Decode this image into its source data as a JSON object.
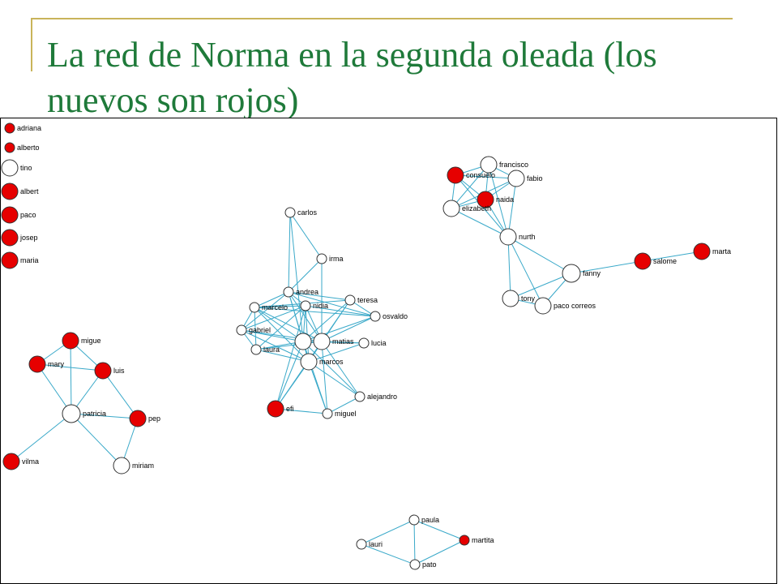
{
  "title": "La red de Norma en la segunda oleada (los nuevos son rojos)",
  "colors": {
    "title": "#1f7a3a",
    "frame": "#c9b45a",
    "edge": "#3aa9c9",
    "new_node": "#e60000",
    "old_node": "#ffffff",
    "node_stroke": "#333333"
  },
  "nodes": [
    {
      "id": "adriana",
      "label": "adriana",
      "new": true
    },
    {
      "id": "alberto",
      "label": "alberto",
      "new": true
    },
    {
      "id": "tino",
      "label": "tino",
      "new": false
    },
    {
      "id": "albert",
      "label": "albert",
      "new": true
    },
    {
      "id": "paco",
      "label": "paco",
      "new": true
    },
    {
      "id": "josep",
      "label": "josep",
      "new": true
    },
    {
      "id": "maria",
      "label": "maria",
      "new": true
    },
    {
      "id": "migue",
      "label": "migue",
      "new": true
    },
    {
      "id": "mary",
      "label": "mary",
      "new": true
    },
    {
      "id": "luis",
      "label": "luis",
      "new": true
    },
    {
      "id": "patricia",
      "label": "patricia",
      "new": false
    },
    {
      "id": "pep",
      "label": "pep",
      "new": true
    },
    {
      "id": "vilma",
      "label": "vilma",
      "new": true
    },
    {
      "id": "miriam",
      "label": "miriam",
      "new": false
    },
    {
      "id": "carlos",
      "label": "carlos",
      "new": false
    },
    {
      "id": "irma",
      "label": "irma",
      "new": false
    },
    {
      "id": "andrea",
      "label": "andrea",
      "new": false
    },
    {
      "id": "teresa",
      "label": "teresa",
      "new": false
    },
    {
      "id": "marcelo",
      "label": "marcelo",
      "new": false
    },
    {
      "id": "nidia",
      "label": "nidia",
      "new": false
    },
    {
      "id": "osvaldo",
      "label": "osvaldo",
      "new": false
    },
    {
      "id": "gabriel",
      "label": "gabriel",
      "new": false
    },
    {
      "id": "center1",
      "label": "",
      "new": false
    },
    {
      "id": "matias",
      "label": "matias",
      "new": false
    },
    {
      "id": "lucia",
      "label": "lucia",
      "new": false
    },
    {
      "id": "laura",
      "label": "laura",
      "new": false
    },
    {
      "id": "marcos",
      "label": "marcos",
      "new": false
    },
    {
      "id": "alejandro",
      "label": "alejandro",
      "new": false
    },
    {
      "id": "efi",
      "label": "efi",
      "new": true
    },
    {
      "id": "miguel",
      "label": "miguel",
      "new": false
    },
    {
      "id": "francisco",
      "label": "francisco",
      "new": false
    },
    {
      "id": "consuelo",
      "label": "consuelo",
      "new": true
    },
    {
      "id": "fabio",
      "label": "fabio",
      "new": false
    },
    {
      "id": "naida",
      "label": "naida",
      "new": true
    },
    {
      "id": "elizabeth",
      "label": "elizabeth",
      "new": false
    },
    {
      "id": "nurth",
      "label": "nurth",
      "new": false
    },
    {
      "id": "fanny",
      "label": "fanny",
      "new": false
    },
    {
      "id": "salome",
      "label": "salome",
      "new": true
    },
    {
      "id": "marta",
      "label": "marta",
      "new": true
    },
    {
      "id": "tony",
      "label": "tony",
      "new": false
    },
    {
      "id": "paco_correos",
      "label": "paco correos",
      "new": false
    },
    {
      "id": "paula",
      "label": "paula",
      "new": false
    },
    {
      "id": "lauri",
      "label": "lauri",
      "new": false
    },
    {
      "id": "martita",
      "label": "martita",
      "new": true
    },
    {
      "id": "pato",
      "label": "pato",
      "new": false
    }
  ],
  "edges": [
    [
      "migue",
      "mary"
    ],
    [
      "migue",
      "luis"
    ],
    [
      "migue",
      "patricia"
    ],
    [
      "mary",
      "luis"
    ],
    [
      "mary",
      "patricia"
    ],
    [
      "luis",
      "patricia"
    ],
    [
      "luis",
      "pep"
    ],
    [
      "patricia",
      "pep"
    ],
    [
      "patricia",
      "vilma"
    ],
    [
      "patricia",
      "miriam"
    ],
    [
      "pep",
      "miriam"
    ],
    [
      "carlos",
      "irma"
    ],
    [
      "carlos",
      "andrea"
    ],
    [
      "carlos",
      "center1"
    ],
    [
      "irma",
      "andrea"
    ],
    [
      "irma",
      "matias"
    ],
    [
      "andrea",
      "marcelo"
    ],
    [
      "andrea",
      "nidia"
    ],
    [
      "andrea",
      "teresa"
    ],
    [
      "andrea",
      "gabriel"
    ],
    [
      "andrea",
      "center1"
    ],
    [
      "andrea",
      "matias"
    ],
    [
      "andrea",
      "marcos"
    ],
    [
      "andrea",
      "osvaldo"
    ],
    [
      "teresa",
      "marcelo"
    ],
    [
      "teresa",
      "center1"
    ],
    [
      "teresa",
      "matias"
    ],
    [
      "teresa",
      "osvaldo"
    ],
    [
      "teresa",
      "marcos"
    ],
    [
      "marcelo",
      "nidia"
    ],
    [
      "marcelo",
      "gabriel"
    ],
    [
      "marcelo",
      "laura"
    ],
    [
      "marcelo",
      "center1"
    ],
    [
      "marcelo",
      "matias"
    ],
    [
      "marcelo",
      "marcos"
    ],
    [
      "marcelo",
      "osvaldo"
    ],
    [
      "nidia",
      "gabriel"
    ],
    [
      "nidia",
      "laura"
    ],
    [
      "nidia",
      "center1"
    ],
    [
      "nidia",
      "matias"
    ],
    [
      "nidia",
      "marcos"
    ],
    [
      "nidia",
      "osvaldo"
    ],
    [
      "nidia",
      "efi"
    ],
    [
      "gabriel",
      "laura"
    ],
    [
      "gabriel",
      "center1"
    ],
    [
      "gabriel",
      "matias"
    ],
    [
      "gabriel",
      "marcos"
    ],
    [
      "laura",
      "center1"
    ],
    [
      "laura",
      "matias"
    ],
    [
      "laura",
      "marcos"
    ],
    [
      "center1",
      "matias"
    ],
    [
      "center1",
      "marcos"
    ],
    [
      "center1",
      "efi"
    ],
    [
      "center1",
      "miguel"
    ],
    [
      "center1",
      "alejandro"
    ],
    [
      "center1",
      "osvaldo"
    ],
    [
      "center1",
      "lucia"
    ],
    [
      "matias",
      "marcos"
    ],
    [
      "matias",
      "lucia"
    ],
    [
      "matias",
      "osvaldo"
    ],
    [
      "matias",
      "alejandro"
    ],
    [
      "matias",
      "miguel"
    ],
    [
      "matias",
      "efi"
    ],
    [
      "marcos",
      "efi"
    ],
    [
      "marcos",
      "miguel"
    ],
    [
      "marcos",
      "alejandro"
    ],
    [
      "marcos",
      "lucia"
    ],
    [
      "efi",
      "miguel"
    ],
    [
      "miguel",
      "alejandro"
    ],
    [
      "francisco",
      "consuelo"
    ],
    [
      "francisco",
      "fabio"
    ],
    [
      "francisco",
      "naida"
    ],
    [
      "francisco",
      "elizabeth"
    ],
    [
      "francisco",
      "nurth"
    ],
    [
      "consuelo",
      "fabio"
    ],
    [
      "consuelo",
      "naida"
    ],
    [
      "consuelo",
      "elizabeth"
    ],
    [
      "consuelo",
      "nurth"
    ],
    [
      "fabio",
      "naida"
    ],
    [
      "fabio",
      "elizabeth"
    ],
    [
      "fabio",
      "nurth"
    ],
    [
      "naida",
      "elizabeth"
    ],
    [
      "naida",
      "nurth"
    ],
    [
      "elizabeth",
      "nurth"
    ],
    [
      "nurth",
      "fanny"
    ],
    [
      "nurth",
      "tony"
    ],
    [
      "nurth",
      "paco_correos"
    ],
    [
      "fanny",
      "tony"
    ],
    [
      "fanny",
      "paco_correos"
    ],
    [
      "fanny",
      "salome"
    ],
    [
      "tony",
      "paco_correos"
    ],
    [
      "salome",
      "marta"
    ],
    [
      "paula",
      "lauri"
    ],
    [
      "paula",
      "martita"
    ],
    [
      "paula",
      "pato"
    ],
    [
      "lauri",
      "pato"
    ],
    [
      "martita",
      "pato"
    ]
  ]
}
